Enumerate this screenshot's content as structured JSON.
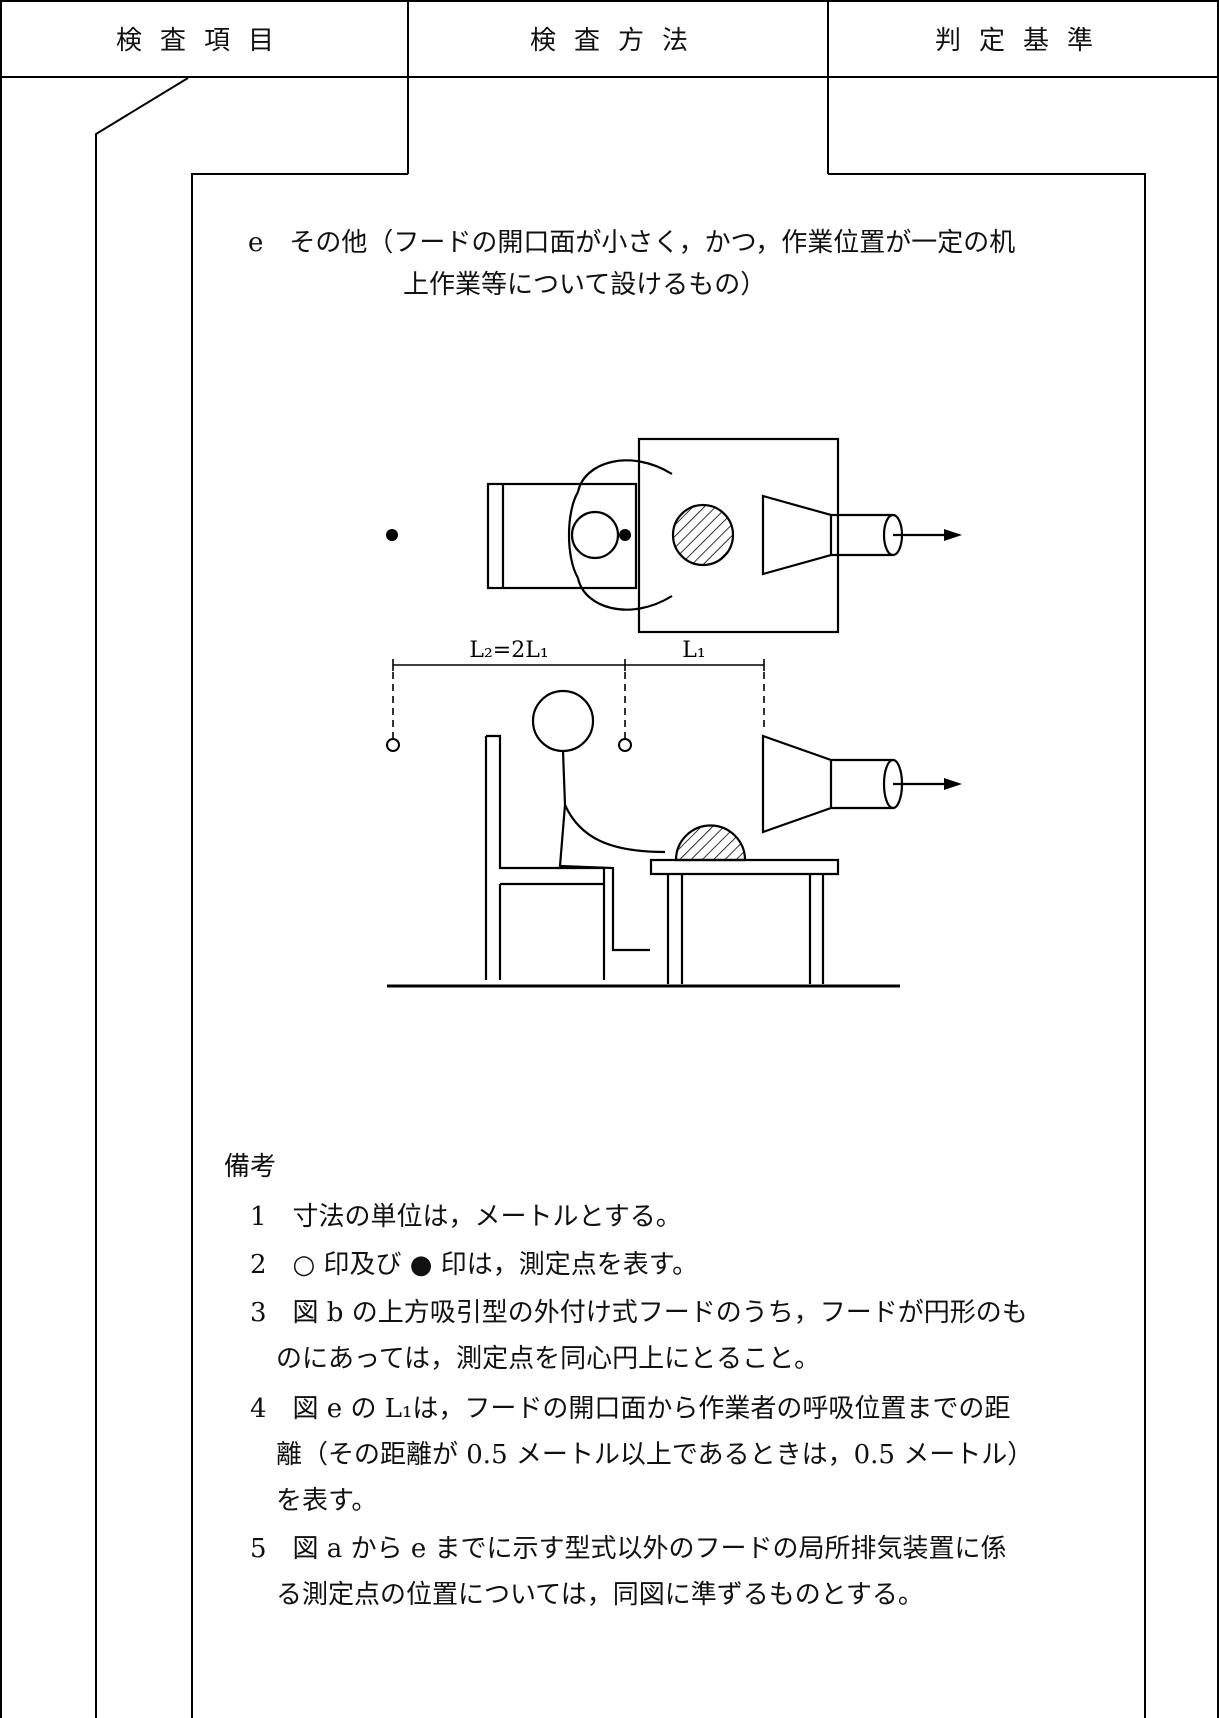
{
  "header": {
    "col1": "検査項目",
    "col2": "検査方法",
    "col3": "判定基準"
  },
  "section": {
    "title_line1": "e　その他（フードの開口面が小さく，かつ，作業位置が一定の机",
    "title_line2": "上作業等について設けるもの）"
  },
  "figure": {
    "label_L2": "L₂=2L₁",
    "label_L1": "L₁"
  },
  "notes": {
    "heading": "備考",
    "n1": "1　寸法の単位は，メートルとする。",
    "n2": "2　○ 印及び ● 印は，測定点を表す。",
    "n3_line1": "3　図 b の上方吸引型の外付け式フードのうち，フードが円形のも",
    "n3_line2": "のにあっては，測定点を同心円上にとること。",
    "n4_line1": "4　図 e の L₁は，フードの開口面から作業者の呼吸位置までの距",
    "n4_line2": "離（その距離が 0.5 メートル以上であるときは，0.5 メートル）",
    "n4_line3": "を表す。",
    "n5_line1": "5　図 a から e までに示す型式以外のフードの局所排気装置に係",
    "n5_line2": "る測定点の位置については，同図に準ずるものとする。"
  }
}
